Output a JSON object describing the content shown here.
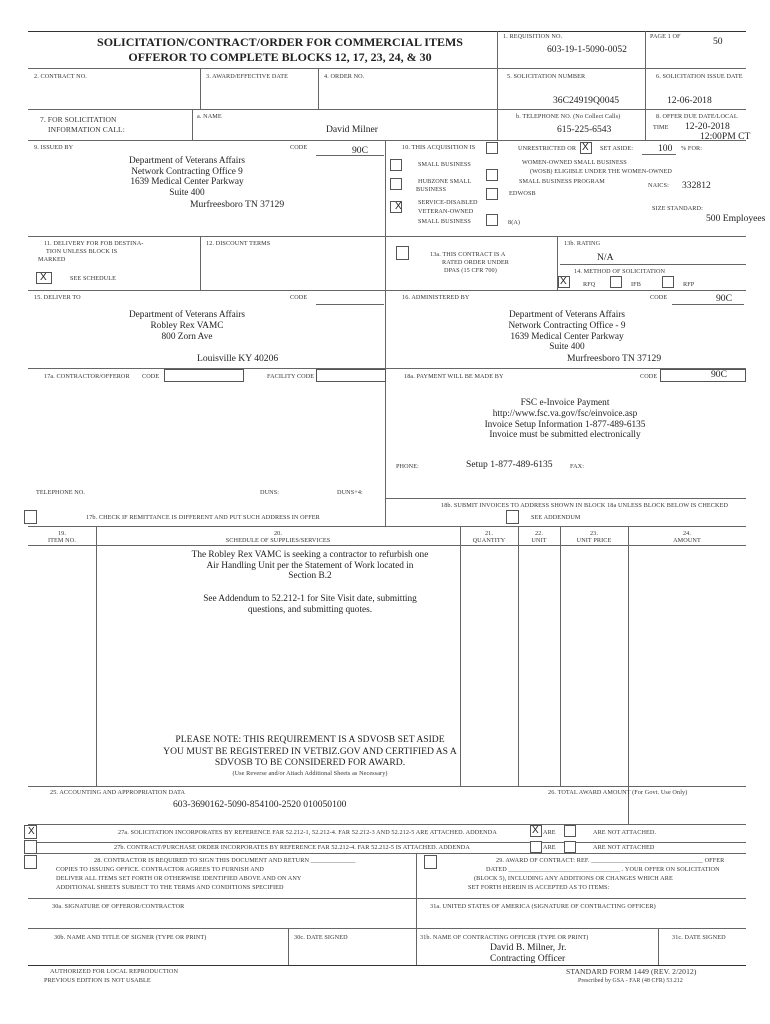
{
  "header": {
    "title_line1": "SOLICITATION/CONTRACT/ORDER FOR COMMERCIAL ITEMS",
    "title_line2": "OFFEROR TO COMPLETE BLOCKS 12, 17, 23, 24, & 30",
    "req_label": "1. REQUISITION NO.",
    "req_value": "603-19-1-5090-0052",
    "page_label": "PAGE 1 OF",
    "page_total": "50"
  },
  "row2": {
    "contract_no_label": "2. CONTRACT NO.",
    "award_date_label": "3. AWARD/EFFECTIVE DATE",
    "order_no_label": "4. ORDER NO.",
    "solicitation_no_label": "5. SOLICITATION NUMBER",
    "solicitation_no_value": "36C24919Q0045",
    "issue_date_label": "6. SOLICITATION ISSUE DATE",
    "issue_date_value": "12-06-2018"
  },
  "row7": {
    "label_line1": "7. FOR SOLICITATION",
    "label_line2": "INFORMATION CALL:",
    "name_label": "a. NAME",
    "name_value": "David Milner",
    "phone_label": "b. TELEPHONE NO.  (No Collect Calls)",
    "phone_value": "615-225-6543",
    "due_label": "8. OFFER DUE DATE/LOCAL",
    "time_label": "TIME",
    "due_date": "12-20-2018",
    "due_time": "12:00PM CT"
  },
  "block9": {
    "label": "9. ISSUED BY",
    "code_label": "CODE",
    "code_value": "90C",
    "address": [
      "Department of Veterans Affairs",
      "Network Contracting Office 9",
      "1639 Medical Center Parkway",
      "Suite 400",
      "Murfreesboro TN 37129"
    ]
  },
  "block10": {
    "label": "10. THIS ACQUISITION IS",
    "unrestricted": "UNRESTRICTED OR",
    "unrestricted_mark": "X",
    "set_aside": "SET ASIDE:",
    "set_aside_pct": "100",
    "pct_for": "% FOR:",
    "small_business": "SMALL BUSINESS",
    "hubzone_1": "HUBZONE SMALL",
    "hubzone_2": "BUSINESS",
    "sdvosb_1": "SERVICE-DISABLED",
    "sdvosb_2": "VETERAN-OWNED",
    "sdvosb_3": "SMALL BUSINESS",
    "sdvosb_mark": "X",
    "wosb_1": "WOMEN-OWNED SMALL BUSINESS",
    "wosb_2": "(WOSB) ELIGIBLE UNDER THE WOMEN-OWNED",
    "wosb_3": "SMALL BUSINESS PROGRAM",
    "edwosb": "EDWOSB",
    "eight_a": "8(A)",
    "naics_label": "NAICS:",
    "naics_value": "332812",
    "size_label": "SIZE STANDARD:",
    "size_value": "500 Employees"
  },
  "block11": {
    "label_1": "11. DELIVERY FOR FOB DESTINA-",
    "label_2": "TION UNLESS BLOCK IS",
    "label_3": "MARKED",
    "mark": "X",
    "see_schedule": "SEE SCHEDULE",
    "discount_label": "12. DISCOUNT TERMS"
  },
  "block13": {
    "a_1": "13a.  THIS CONTRACT IS A",
    "a_2": "RATED ORDER UNDER",
    "a_3": "DPAS (15 CFR 700)",
    "rating_label": "13b. RATING",
    "rating_value": "N/A",
    "method_label": "14. METHOD OF SOLICITATION",
    "method_mark": "X",
    "rfq": "RFQ",
    "ifb": "IFB",
    "rfp": "RFP"
  },
  "block15": {
    "label": "15. DELIVER TO",
    "code_label": "CODE",
    "address": [
      "Department of Veterans Affairs",
      "Robley Rex VAMC",
      "800 Zorn Ave"
    ],
    "city": "Louisville KY 40206"
  },
  "block16": {
    "label": "16. ADMINISTERED BY",
    "code_label": "CODE",
    "code_value": "90C",
    "address": [
      "Department of Veterans Affairs",
      "Network Contracting Office - 9",
      "1639 Medical Center Parkway",
      "Suite 400"
    ],
    "city": "Murfreesboro TN 37129"
  },
  "block17": {
    "label": "17a. CONTRACTOR/OFFEROR",
    "code_label": "CODE",
    "facility_label": "FACILITY CODE",
    "telephone_label": "TELEPHONE NO.",
    "duns_label": "DUNS:",
    "duns4_label": "DUNS+4:",
    "remit_label": "17b. CHECK IF REMITTANCE IS DIFFERENT AND PUT SUCH ADDRESS IN OFFER"
  },
  "block18": {
    "label": "18a. PAYMENT WILL BE MADE BY",
    "code_label": "CODE",
    "code_value": "90C",
    "payment_lines": [
      "FSC e-Invoice Payment",
      "http://www.fsc.va.gov/fsc/einvoice.asp",
      "Invoice Setup Information 1-877-489-6135",
      "Invoice must be submitted electronically"
    ],
    "phone_label": "PHONE:",
    "phone_value": "Setup 1-877-489-6135",
    "fax_label": "FAX:",
    "b_label": "18b. SUBMIT INVOICES TO ADDRESS SHOWN IN BLOCK 18a UNLESS BLOCK BELOW IS CHECKED",
    "addendum": "SEE ADDENDUM"
  },
  "schedule": {
    "col19_num": "19.",
    "col19": "ITEM NO.",
    "col20_num": "20.",
    "col20": "SCHEDULE OF SUPPLIES/SERVICES",
    "col21_num": "21.",
    "col21": "QUANTITY",
    "col22_num": "22.",
    "col22": "UNIT",
    "col23_num": "23.",
    "col23": "UNIT PRICE",
    "col24_num": "24.",
    "col24": "AMOUNT",
    "body_1": [
      "The Robley Rex VAMC is seeking a contractor to refurbish one",
      "Air Handling Unit per the Statement of Work located in",
      "Section B.2"
    ],
    "body_2": [
      "See Addendum to 52.212-1 for Site Visit date, submitting",
      "questions, and submitting quotes."
    ],
    "note": [
      "PLEASE NOTE: THIS REQUIREMENT IS A SDVOSB SET ASIDE",
      "YOU MUST BE REGISTERED IN VETBIZ.GOV AND CERTIFIED AS A",
      "SDVOSB TO BE CONSIDERED FOR AWARD."
    ],
    "reverse": "(Use Reverse and/or Attach Additional Sheets as Necessary)"
  },
  "block25": {
    "label": "25. ACCOUNTING AND APPROPRIATION DATA",
    "value": "603-3690162-5090-854100-2520 010050100",
    "total_label": "26. TOTAL AWARD AMOUNT (For Govt. Use Only)"
  },
  "block27": {
    "a_mark": "X",
    "a_text": "27a. SOLICITATION INCORPORATES BY REFERENCE FAR 52.212-1, 52.212-4. FAR 52.212-3 AND 52.212-5 ARE ATTACHED.  ADDENDA",
    "a_are_mark": "X",
    "are": "ARE",
    "are_not": "ARE NOT ATTACHED.",
    "b_text": "27b. CONTRACT/PURCHASE ORDER INCORPORATES BY REFERENCE FAR 52.212-4. FAR 52.212-5 IS ATTACHED.  ADDENDA",
    "b_are": "ARE",
    "b_are_not": "ARE NOT ATTACHED"
  },
  "block28": {
    "line1": "28. CONTRACTOR IS REQUIRED TO SIGN THIS DOCUMENT AND RETURN ______________",
    "line2": "COPIES TO ISSUING OFFICE.  CONTRACTOR AGREES TO FURNISH AND",
    "line3": "DELIVER ALL ITEMS SET FORTH OR OTHERWISE IDENTIFIED ABOVE AND ON ANY",
    "line4": "ADDITIONAL SHEETS SUBJECT TO THE TERMS AND CONDITIONS SPECIFIED"
  },
  "block29": {
    "line1": "29. AWARD OF CONTRACT: REF. ___________________________________ OFFER",
    "line2": "DATED ___________________________________ . YOUR OFFER ON SOLICITATION",
    "line3": "(BLOCK 5), INCLUDING ANY ADDITIONS OR CHANGES WHICH ARE",
    "line4": "SET FORTH HEREIN IS ACCEPTED AS TO ITEMS:"
  },
  "block30": {
    "a": "30a. SIGNATURE OF OFFEROR/CONTRACTOR",
    "b": "30b. NAME AND TITLE OF SIGNER (TYPE OR PRINT)",
    "c": "30c. DATE SIGNED"
  },
  "block31": {
    "a": "31a. UNITED STATES OF AMERICA (SIGNATURE OF CONTRACTING OFFICER)",
    "b": "31b. NAME OF CONTRACTING OFFICER (TYPE OR PRINT)",
    "b_name": "David B. Milner, Jr.",
    "b_title": "Contracting Officer",
    "c": "31c. DATE SIGNED"
  },
  "footer": {
    "left_1": "AUTHORIZED FOR LOCAL REPRODUCTION",
    "left_2": "PREVIOUS EDITION IS NOT USABLE",
    "form": "STANDARD FORM 1449    (REV. 2/2012)",
    "prescribed": "Prescribed by GSA - FAR (48 CFR) 53.212"
  }
}
